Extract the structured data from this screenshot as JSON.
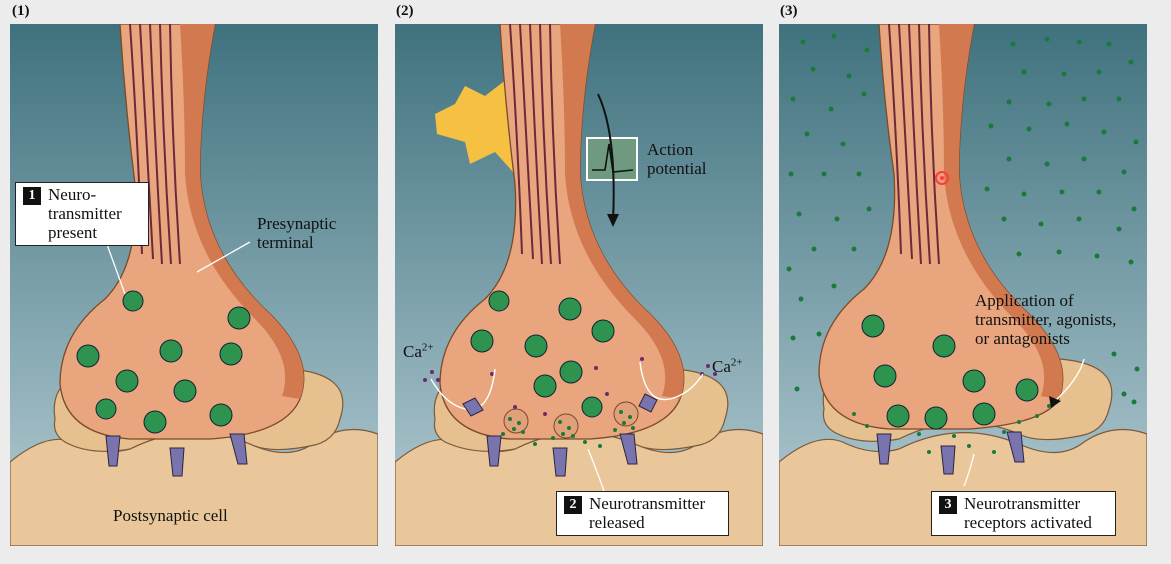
{
  "panels": [
    {
      "number": "(1)",
      "step": "1",
      "callout": [
        "Neuro-",
        "transmitter",
        "present"
      ],
      "label": [
        "Presynaptic",
        "terminal"
      ],
      "bottom_label": "Postsynaptic cell"
    },
    {
      "number": "(2)",
      "step": "2",
      "callout": [
        "Neurotransmitter",
        "released"
      ],
      "label": [
        "Action",
        "potential"
      ],
      "ion": "Ca",
      "ion_charge": "2+"
    },
    {
      "number": "(3)",
      "step": "3",
      "callout": [
        "Neurotransmitter",
        "receptors activated"
      ],
      "label": [
        "Application of",
        "transmitter, agonists,",
        "or antagonists"
      ]
    }
  ],
  "colors": {
    "background_top": "#3f727e",
    "background_bottom": "#b6cdd5",
    "axon": "#d2794f",
    "terminal": "#e9a57d",
    "postsynaptic": "#e9c79a",
    "vesicle": "#2f9350",
    "transmitter_dot": "#1a7a3a",
    "calcium_dot": "#6a2c6e",
    "receptor": "#7a74ae",
    "flash": "#f6c043",
    "recording_box": "#6f9a80"
  }
}
